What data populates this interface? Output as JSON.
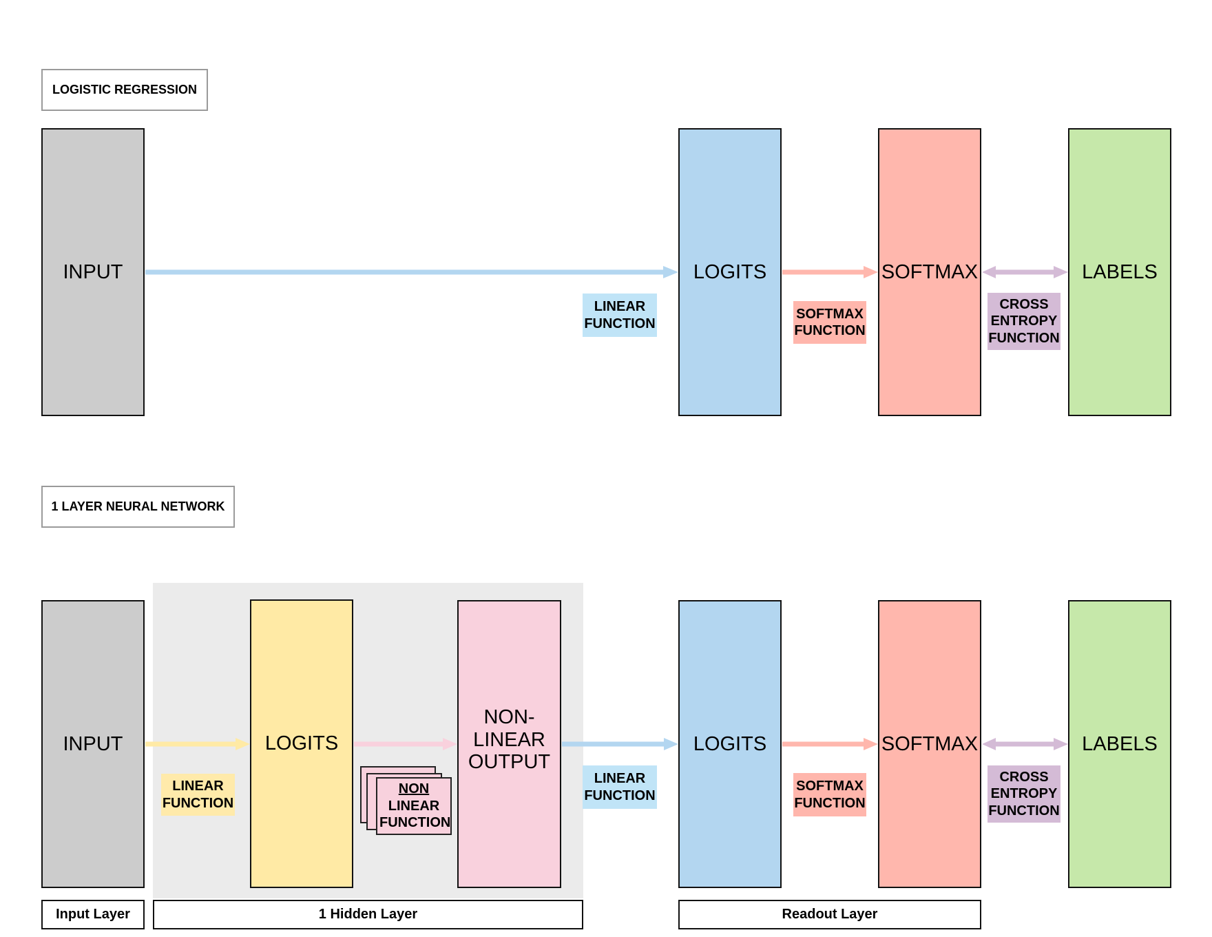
{
  "titles": {
    "logistic": "LOGISTIC REGRESSION",
    "nn": "1 LAYER NEURAL NETWORK"
  },
  "logistic": {
    "input": "INPUT",
    "logits": "LOGITS",
    "softmax": "SOFTMAX",
    "labels": "LABELS",
    "linear_fn": "LINEAR FUNCTION",
    "softmax_fn": "SOFTMAX FUNCTION",
    "cross_fn": "CROSS ENTROPY FUNCTION"
  },
  "nn": {
    "input": "INPUT",
    "hidden_logits": "LOGITS",
    "nonlinear_output": "NON-LINEAR OUTPUT",
    "logits": "LOGITS",
    "softmax": "SOFTMAX",
    "labels": "LABELS",
    "linear_fn_1": "LINEAR FUNCTION",
    "nonlinear_fn_line1": "NON",
    "nonlinear_fn_line2": "LINEAR FUNCTION",
    "linear_fn_2": "LINEAR FUNCTION",
    "softmax_fn": "SOFTMAX FUNCTION",
    "cross_fn": "CROSS ENTROPY FUNCTION"
  },
  "layers": {
    "input": "Input Layer",
    "hidden": "1 Hidden Layer",
    "readout": "Readout Layer"
  },
  "colors": {
    "input": "#cccccc",
    "logits_blue": "#b3d6f0",
    "softmax_red": "#ffb7ad",
    "labels_green": "#c6e8aa",
    "hidden_yellow": "#ffeaa5",
    "nonlinear_pink": "#f9d1dd",
    "label_blue": "#c0e4f7",
    "label_red": "#ffb6ac",
    "label_purple": "#d4bbd6",
    "label_yellow": "#ffeaaa",
    "hidden_bg": "#ebebeb"
  }
}
